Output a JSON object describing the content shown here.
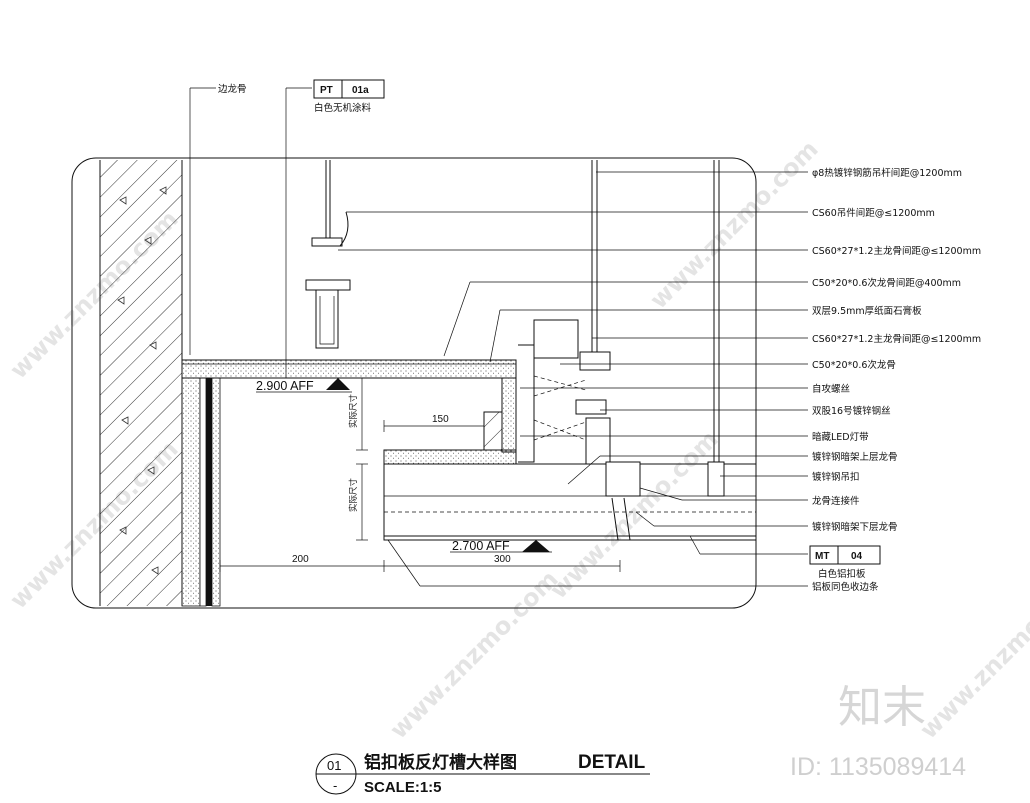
{
  "drawing": {
    "top_left_label": "边龙骨",
    "pt_tag": {
      "code": "PT",
      "number": "01a",
      "caption": "白色无机涂料"
    },
    "mt_tag": {
      "code": "MT",
      "number": "04",
      "caption": "白色铝扣板"
    },
    "callouts": [
      "φ8热镀锌钢筋吊杆间距@1200mm",
      "CS60吊件间距@≤1200mm",
      "CS60*27*1.2主龙骨间距@≤1200mm",
      "C50*20*0.6次龙骨间距@400mm",
      "双层9.5mm厚纸面石膏板",
      "CS60*27*1.2主龙骨间距@≤1200mm",
      "C50*20*0.6次龙骨",
      "自攻螺丝",
      "双股16号镀锌钢丝",
      "暗藏LED灯带",
      "镀锌钢暗架上层龙骨",
      "镀锌钢吊扣",
      "龙骨连接件",
      "镀锌钢暗架下层龙骨"
    ],
    "bottom_callout": "铝板同色收边条",
    "levels": {
      "upper": "2.900 AFF",
      "lower": "2.700 AFF"
    },
    "dimensions": {
      "d150": "150",
      "d200": "200",
      "d300": "300"
    },
    "vertical_labels": {
      "upper": "实际尺寸",
      "lower": "实际尺寸"
    }
  },
  "title_block": {
    "number": "01",
    "sheet": "-",
    "title_zh": "铝扣板反灯槽大样图",
    "title_en": "DETAIL",
    "scale": "SCALE:1:5"
  },
  "watermark": {
    "brand_cn": "知末",
    "id_text": "ID: 1135089414",
    "diag_text": "www.znzmo.com"
  }
}
